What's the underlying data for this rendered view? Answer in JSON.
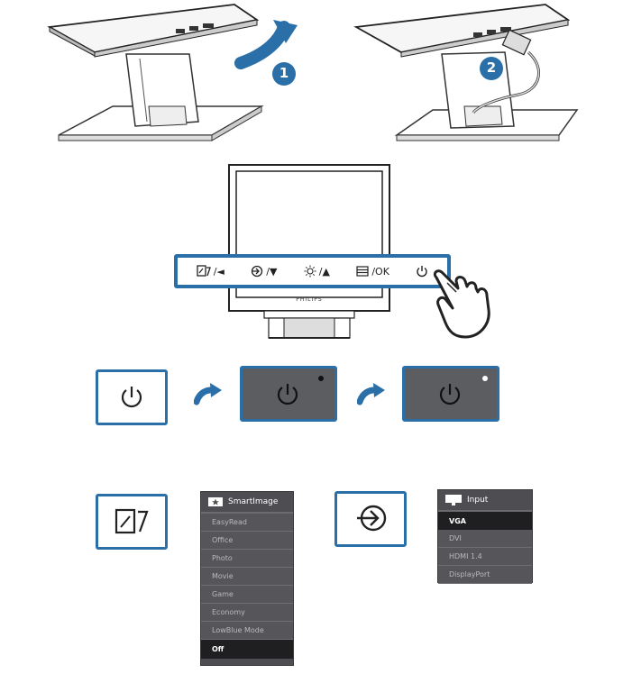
{
  "steps": {
    "step1": "1",
    "step2": "2"
  },
  "monitor": {
    "brand": "PHILIPS"
  },
  "control_bar": {
    "keys": [
      {
        "label": "/◄",
        "icon": "smartimage-icon"
      },
      {
        "label": "/▼",
        "icon": "input-icon"
      },
      {
        "label": "/▲",
        "icon": "brightness-icon"
      },
      {
        "label": "/OK",
        "icon": "menu-icon"
      },
      {
        "label": "",
        "icon": "power-icon"
      }
    ]
  },
  "smartimage_menu": {
    "title": "SmartImage",
    "items": [
      "EasyRead",
      "Office",
      "Photo",
      "Movie",
      "Game",
      "Economy",
      "LowBlue Mode",
      "Off"
    ],
    "selected": "Off"
  },
  "input_menu": {
    "title": "Input",
    "items": [
      "VGA",
      "DVI",
      "HDMI 1.4",
      "DisplayPort"
    ],
    "selected": "VGA"
  },
  "colors": {
    "accent_blue": "#2a6fa8",
    "dark_key": "#5b5d61",
    "osd_bg": "#4e4e52",
    "led_off": "#111111",
    "led_on": "#ffffff"
  }
}
